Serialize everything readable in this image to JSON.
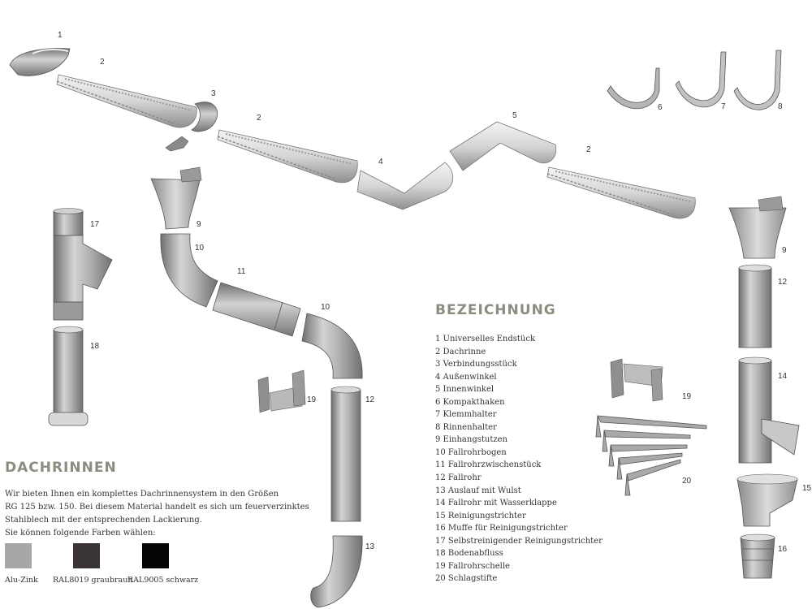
{
  "part_numbers": {
    "n1": "1",
    "n2a": "2",
    "n3": "3",
    "n2b": "2",
    "n4": "4",
    "n5": "5",
    "n2c": "2",
    "n6": "6",
    "n7": "7",
    "n8": "8",
    "n9a": "9",
    "n10a": "10",
    "n11": "11",
    "n10b": "10",
    "n12a": "12",
    "n13": "13",
    "n19a": "19",
    "n17": "17",
    "n18": "18",
    "n9b": "9",
    "n12b": "12",
    "n14": "14",
    "n15": "15",
    "n16": "16",
    "n19b": "19",
    "n20": "20"
  },
  "legend": {
    "title": "BEZEICHNUNG",
    "items": [
      "1 Universelles Endstück",
      "2 Dachrinne",
      "3 Verbindungsstück",
      "4 Außenwinkel",
      "5 Innenwinkel",
      "6 Kompakthaken",
      "7 Klemmhalter",
      "8 Rinnenhalter",
      "9 Einhangstutzen",
      "10 Fallrohrbogen",
      "11 Fallrohrzwischenstück",
      "12 Fallrohr",
      "13 Auslauf mit Wulst",
      "14 Fallrohr mit Wasserklappe",
      "15 Reinigungstrichter",
      "16 Muffe für Reinigungstrichter",
      "17 Selbstreinigender Reinigungstrichter",
      "18 Bodenabfluss",
      "19 Fallrohrschelle",
      "20 Schlagstifte"
    ]
  },
  "intro": {
    "title": "DACHRINNEN",
    "lines": [
      "Wir bieten Ihnen ein komplettes Dachrinnensystem in den Größen",
      "RG 125 bzw. 150. Bei diesem Material handelt es sich um feuerverzinktes",
      "Stahlblech mit der entsprechenden Lackierung.",
      "Sie können folgende Farben wählen:"
    ]
  },
  "colors": [
    {
      "label": "Alu-Zink",
      "hex": "#a7a7a7"
    },
    {
      "label": "RAL8019 graubraun",
      "hex": "#3b3436"
    },
    {
      "label": "RAL9005 schwarz",
      "hex": "#050505"
    }
  ]
}
